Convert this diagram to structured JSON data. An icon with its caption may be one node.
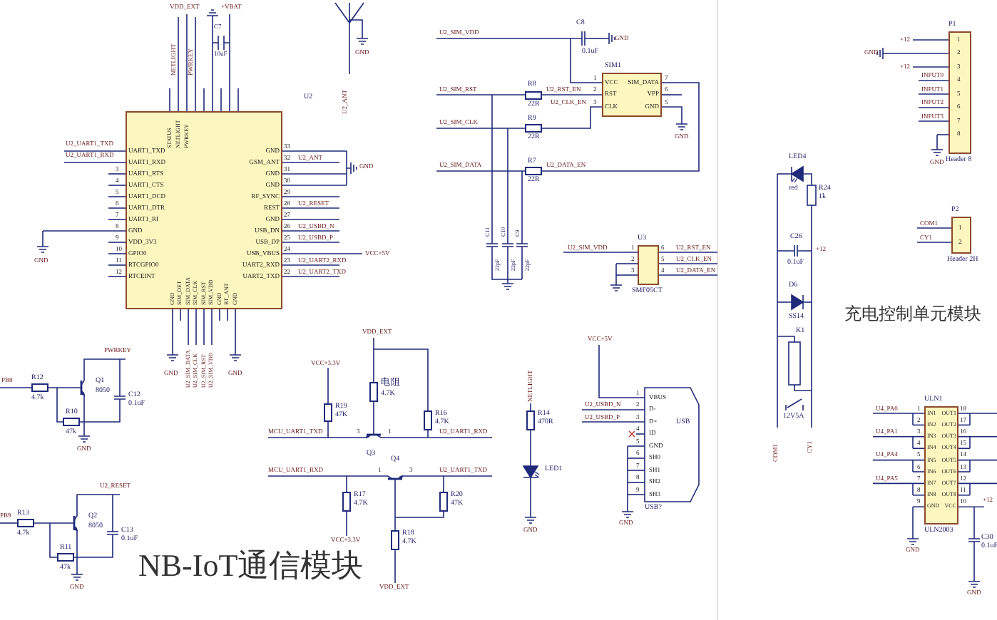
{
  "diagram": {
    "labels": [
      "VDD_EXT",
      "+VBAT",
      "C7",
      "10uF",
      "NETLIGHT",
      "PWRKEY",
      "U2_UART1_TXD",
      "U2_UART1_RXD",
      "3",
      "4",
      "5",
      "6",
      "7",
      "8",
      "9",
      "10",
      "11",
      "12",
      "UART1_TXD",
      "UART1_RXD",
      "UART1_RTS",
      "UART1_CTS",
      "UART1_DCD",
      "UART1_DTR",
      "UART1_RI",
      "GND",
      "VDD_3V3",
      "GPIO0",
      "RTCGPIO0",
      "RTCEINT",
      "GND",
      "GSM_ANT",
      "GND",
      "GND",
      "RF_SYNC",
      "REST",
      "GND",
      "USB_DN",
      "USB_DP",
      "USB_VBUS",
      "UART2_RXD",
      "UART2_TXD",
      "33",
      "32",
      "31",
      "30",
      "29",
      "28",
      "27",
      "26",
      "25",
      "24",
      "23",
      "22",
      "U2_ANT",
      "U2_RESET",
      "U2_USBD_N",
      "U2_USBD_P",
      "VCC+5V",
      "U2_UART2_RXD",
      "U2_UART2_TXD",
      "STATUS",
      "NETLIGHT",
      "PWRKEY",
      "GND",
      "SIM_DET",
      "SIM_DATA",
      "SIM_CLK",
      "SIM_RST",
      "SIM_VDD",
      "GND",
      "BT_ANT",
      "GND",
      "U2_SIM_DATA",
      "U2_SIM_CLK",
      "U2_SIM_RST",
      "U2_SIM_VDD",
      "GND",
      "GND",
      "GND",
      "GND",
      "U2_ANT",
      "GND",
      "U2_SIM_VDD",
      "GND",
      "U2_SIM_RST",
      "U2_SIM_CLK",
      "U2_SIM_DATA",
      "U2_RST_EN",
      "U2_CLK_EN",
      "U2_DATA_EN",
      "1",
      "2",
      "3",
      "VCC",
      "RST",
      "CLK",
      "SIM_DATA",
      "VPP",
      "GND",
      "7",
      "6",
      "5",
      "GND",
      "U2_SIM_VDD",
      "1",
      "2",
      "3",
      "6",
      "5",
      "4",
      "U2_RST_EN",
      "U2_CLK_EN",
      "U2_DATA_EN",
      "VDD_EXT",
      "VCC+3.3V",
      "MCU_UART1_TXD",
      "3",
      "1",
      "U2_UART1_RXD",
      "MCU_UART1_RXD",
      "1",
      "3",
      "U2_UART1_TXD",
      "VCC+3.3V",
      "VDD_EXT",
      "NETLIGHT",
      "GND",
      "VCC+5V",
      "U2_USBD_N",
      "U2_USBD_P",
      "1",
      "2",
      "3",
      "4",
      "5",
      "6",
      "7",
      "8",
      "9",
      "VBUS",
      "D-",
      "D+",
      "ID",
      "GND",
      "SH0",
      "SH1",
      "SH2",
      "SH3",
      "GND",
      "PB8",
      "PWRKEY",
      "GND",
      "PB9",
      "U2_RESET",
      "GND",
      "NB-IoT通信模块",
      "+12",
      "GND",
      "+12",
      "INPUT0",
      "INPUT1",
      "INPUT2",
      "INPUT3",
      "1",
      "2",
      "3",
      "4",
      "5",
      "6",
      "7",
      "8",
      "GND",
      "COM1",
      "CY1",
      "1",
      "2",
      "+12",
      "COM1",
      "CY1",
      "充电控制单元模块",
      "U4_PA0",
      "U4_PA1",
      "U4_PA4",
      "U4_PA5",
      "1",
      "2",
      "3",
      "4",
      "5",
      "6",
      "7",
      "8",
      "9",
      "IN1",
      "IN2",
      "IN3",
      "IN4",
      "IN5",
      "IN6",
      "IN7",
      "IN8",
      "GND",
      "OUT1",
      "OUT2",
      "OUT3",
      "OUT4",
      "OUT5",
      "OUT6",
      "OUT7",
      "OUT8",
      "VCC",
      "18",
      "17",
      "16",
      "15",
      "14",
      "13",
      "12",
      "11",
      "10",
      "GND",
      "+12",
      "GND",
      "U2",
      "SIM1",
      "U3",
      "SMF05CT",
      "USB",
      "USB?",
      "P1",
      "Header 8",
      "P2",
      "Header 2H",
      "ULN1",
      "ULN2003",
      "R8",
      "22R",
      "R9",
      "22R",
      "R7",
      "22R",
      "C8",
      "0.1uF",
      "C11",
      "22pF",
      "C10",
      "22pF",
      "C9",
      "22pF",
      "R19",
      "47K",
      "电阻",
      "4.7K",
      "R16",
      "4.7K",
      "Q3",
      "Q4",
      "R17",
      "4.7K",
      "R20",
      "47K",
      "R18",
      "4.7K",
      "R14",
      "470R",
      "LED1",
      "R12",
      "4.7k",
      "Q1",
      "8050",
      "C12",
      "0.1uF",
      "R10",
      "47k",
      "R13",
      "4.7k",
      "Q2",
      "8050",
      "C13",
      "0.1uF",
      "R11",
      "47k",
      "LED4",
      "red",
      "R24",
      "1k",
      "C26",
      "0.1uF",
      "D6",
      "SS14",
      "K1",
      "12V5A",
      "C30",
      "0.1uF"
    ]
  }
}
